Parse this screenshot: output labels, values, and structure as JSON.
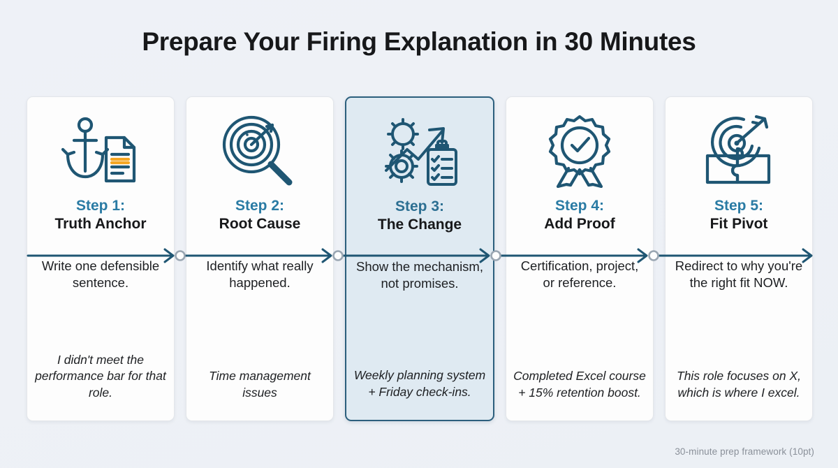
{
  "header": {
    "title": "Prepare Your Firing Explanation in 30 Minutes"
  },
  "colors": {
    "background": "#eef1f6",
    "card_background": "#fdfdfd",
    "card_border": "#e3e6ea",
    "highlight_background": "#dfeaf2",
    "highlight_border": "#2c5f7d",
    "step_label": "#2a7ba4",
    "step_title": "#17181a",
    "body_text": "#1d1f22",
    "icon_stroke": "#1f5673",
    "icon_accent": "#f5a623",
    "connector_line": "#1f5673",
    "connector_node_stroke": "#9aa6b2",
    "footer_text": "#8a9099"
  },
  "steps": [
    {
      "icon": "anchor-document-icon",
      "label": "Step 1:",
      "title": "Truth Anchor",
      "description": "Write one defensible sentence.",
      "example": "I didn't meet the performance bar for that role.",
      "highlighted": false
    },
    {
      "icon": "magnifier-target-icon",
      "label": "Step 2:",
      "title": "Root Cause",
      "description": "Identify what really happened.",
      "example": "Time management issues",
      "highlighted": false
    },
    {
      "icon": "gears-growth-clipboard-icon",
      "label": "Step 3:",
      "title": "The Change",
      "description": "Show the mechanism, not promises.",
      "example": "Weekly planning system + Friday check-ins.",
      "highlighted": true
    },
    {
      "icon": "award-ribbon-check-icon",
      "label": "Step 4:",
      "title": "Add Proof",
      "description": "Certification, project, or reference.",
      "example": "Completed Excel course + 15% retention boost.",
      "highlighted": false
    },
    {
      "icon": "puzzle-target-arrow-icon",
      "label": "Step 5:",
      "title": "Fit Pivot",
      "description": "Redirect to why you're the right fit NOW.",
      "example": "This role focuses on X, which is where I excel.",
      "highlighted": false
    }
  ],
  "footer": {
    "note": "30-minute prep framework (10pt)"
  }
}
